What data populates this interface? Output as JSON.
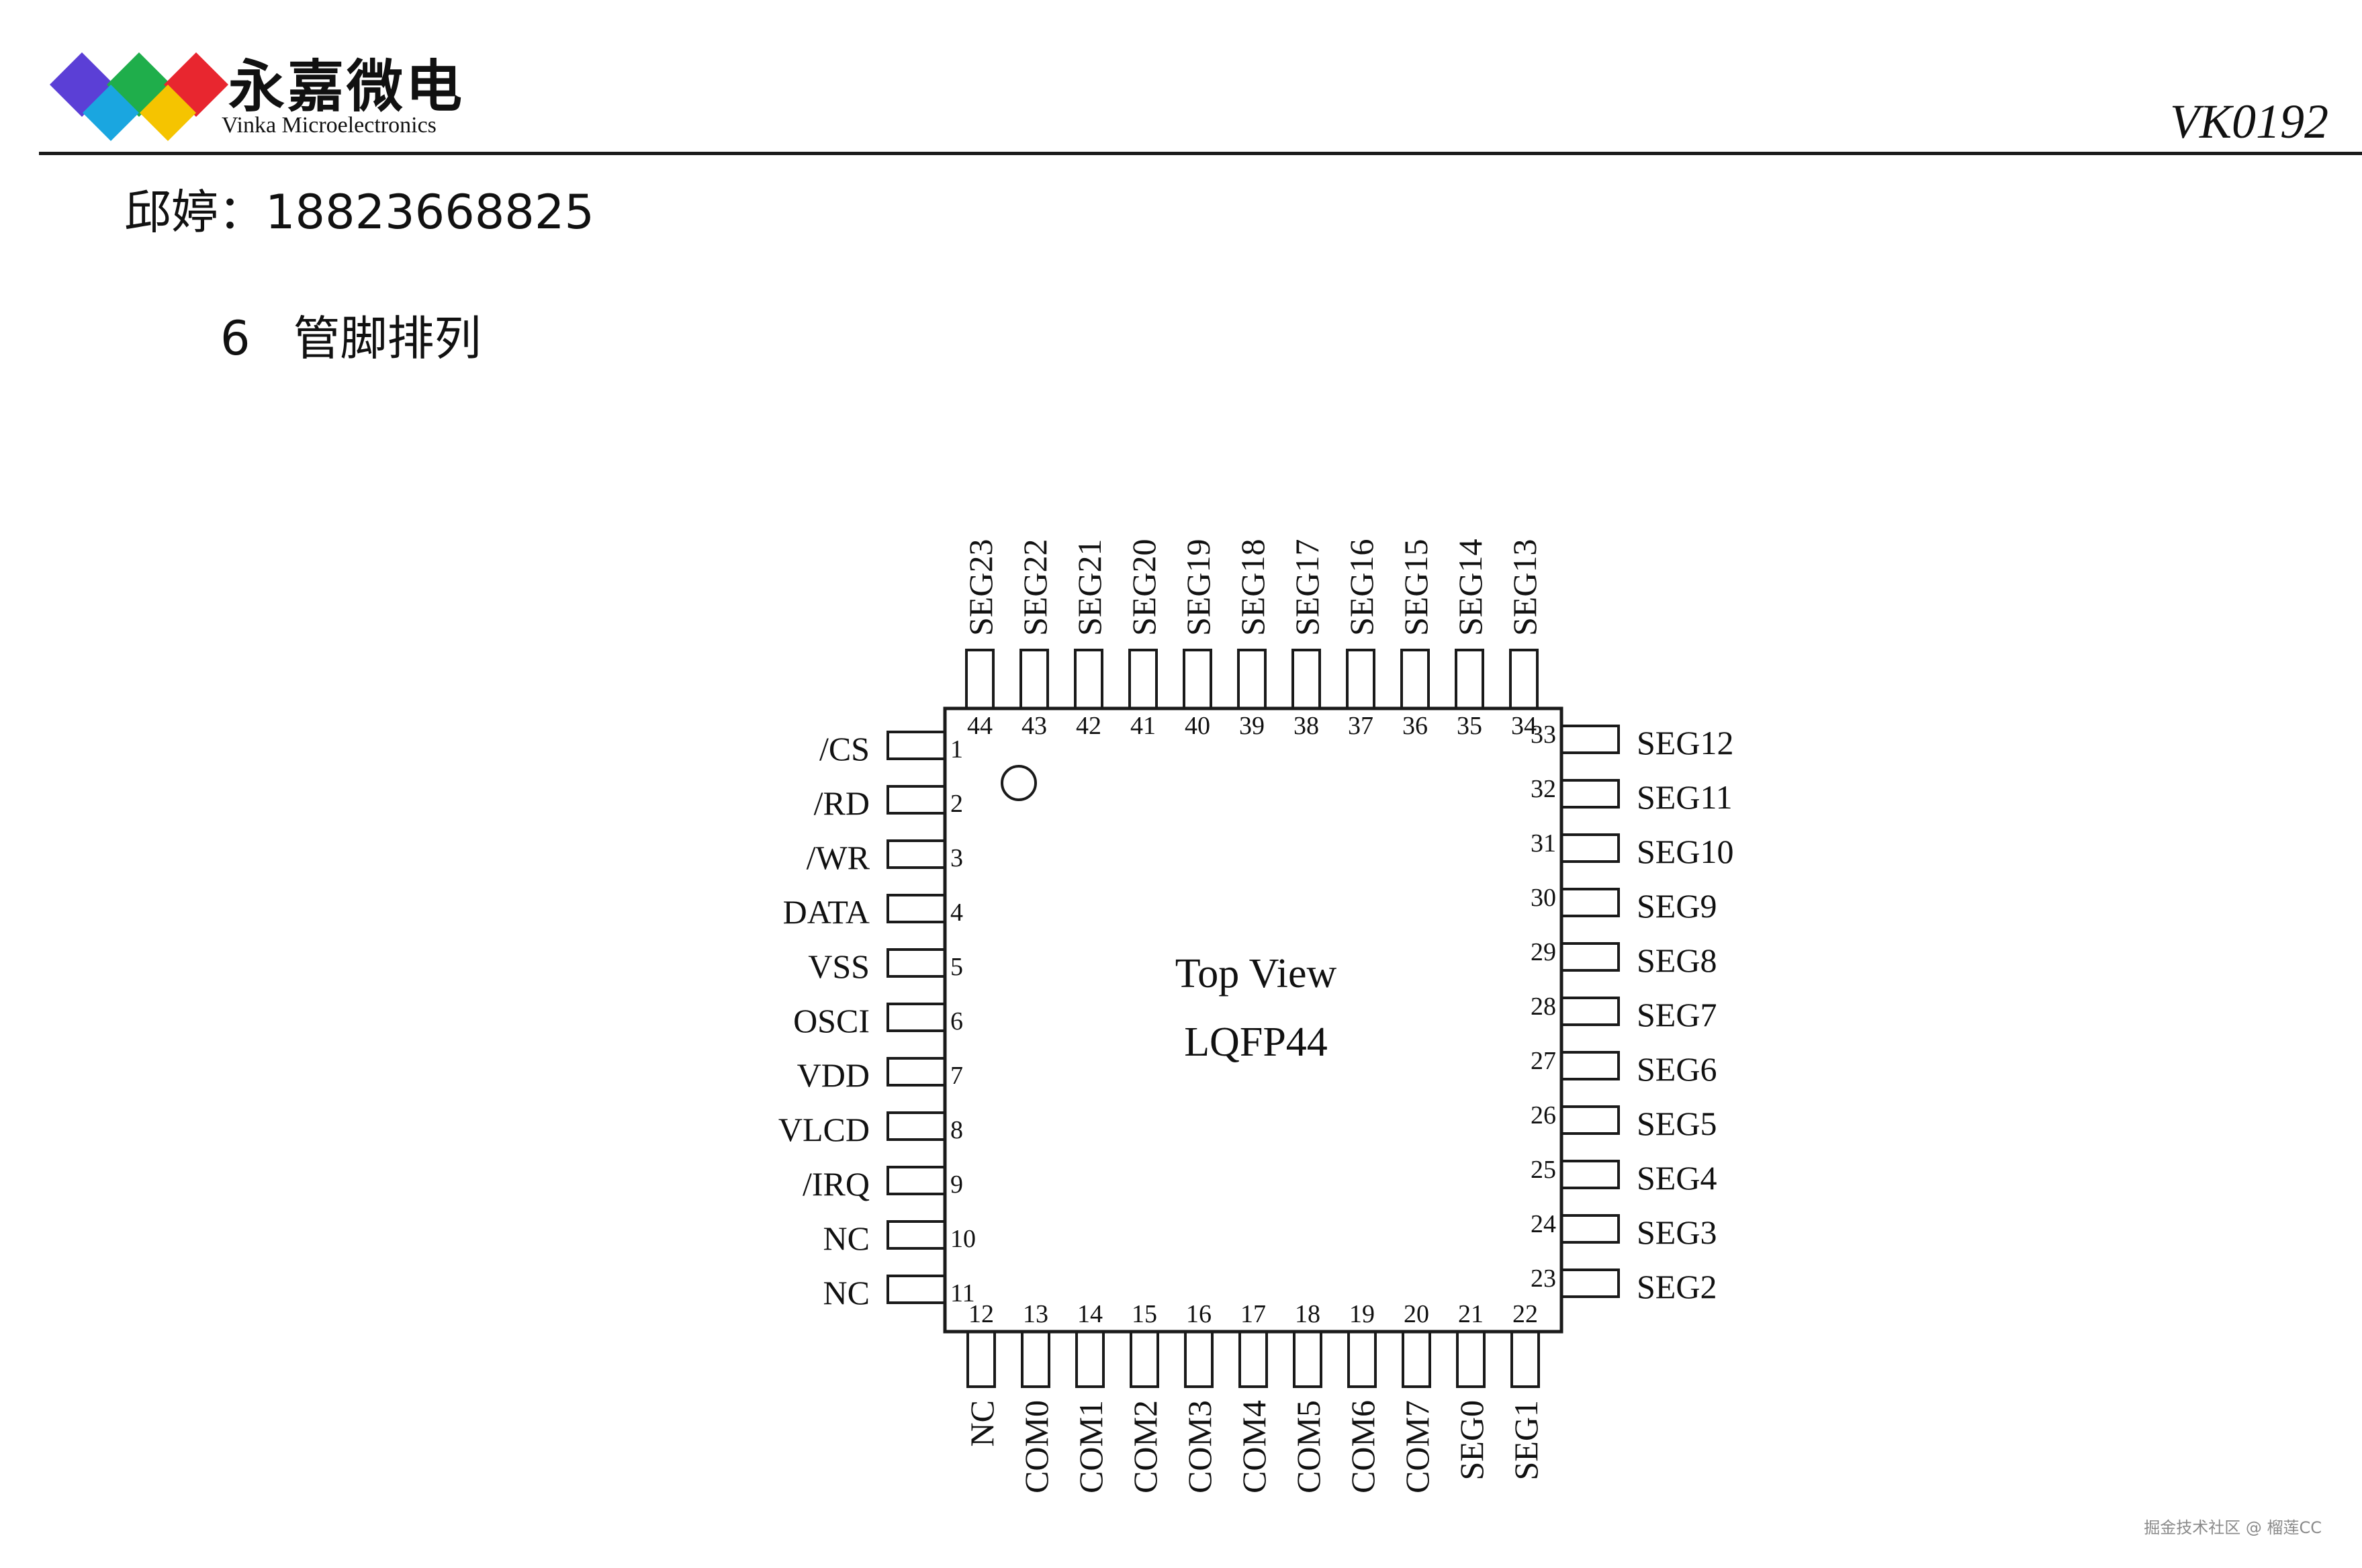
{
  "header": {
    "brand_cn": "永嘉微电",
    "brand_en": "Vinka Microelectronics",
    "doc_id": "VK0192"
  },
  "contact": "邱婷：18823668825",
  "section": {
    "number": "6",
    "title": "管脚排列"
  },
  "chip": {
    "view_label": "Top View",
    "package_label": "LQFP44",
    "left_pins": [
      {
        "num": "1",
        "name": "/CS"
      },
      {
        "num": "2",
        "name": "/RD"
      },
      {
        "num": "3",
        "name": "/WR"
      },
      {
        "num": "4",
        "name": "DATA"
      },
      {
        "num": "5",
        "name": "VSS"
      },
      {
        "num": "6",
        "name": "OSCI"
      },
      {
        "num": "7",
        "name": "VDD"
      },
      {
        "num": "8",
        "name": "VLCD"
      },
      {
        "num": "9",
        "name": "/IRQ"
      },
      {
        "num": "10",
        "name": "NC"
      },
      {
        "num": "11",
        "name": "NC"
      }
    ],
    "bottom_pins": [
      {
        "num": "12",
        "name": "NC"
      },
      {
        "num": "13",
        "name": "COM0"
      },
      {
        "num": "14",
        "name": "COM1"
      },
      {
        "num": "15",
        "name": "COM2"
      },
      {
        "num": "16",
        "name": "COM3"
      },
      {
        "num": "17",
        "name": "COM4"
      },
      {
        "num": "18",
        "name": "COM5"
      },
      {
        "num": "19",
        "name": "COM6"
      },
      {
        "num": "20",
        "name": "COM7"
      },
      {
        "num": "21",
        "name": "SEG0"
      },
      {
        "num": "22",
        "name": "SEG1"
      }
    ],
    "right_pins": [
      {
        "num": "23",
        "name": "SEG2"
      },
      {
        "num": "24",
        "name": "SEG3"
      },
      {
        "num": "25",
        "name": "SEG4"
      },
      {
        "num": "26",
        "name": "SEG5"
      },
      {
        "num": "27",
        "name": "SEG6"
      },
      {
        "num": "28",
        "name": "SEG7"
      },
      {
        "num": "29",
        "name": "SEG8"
      },
      {
        "num": "30",
        "name": "SEG9"
      },
      {
        "num": "31",
        "name": "SEG10"
      },
      {
        "num": "32",
        "name": "SEG11"
      },
      {
        "num": "33",
        "name": "SEG12"
      }
    ],
    "top_pins": [
      {
        "num": "34",
        "name": "SEG13"
      },
      {
        "num": "35",
        "name": "SEG14"
      },
      {
        "num": "36",
        "name": "SEG15"
      },
      {
        "num": "37",
        "name": "SEG16"
      },
      {
        "num": "38",
        "name": "SEG17"
      },
      {
        "num": "39",
        "name": "SEG18"
      },
      {
        "num": "40",
        "name": "SEG19"
      },
      {
        "num": "41",
        "name": "SEG20"
      },
      {
        "num": "42",
        "name": "SEG21"
      },
      {
        "num": "43",
        "name": "SEG22"
      },
      {
        "num": "44",
        "name": "SEG23"
      }
    ]
  },
  "watermark": "掘金技术社区 @ 榴莲CC",
  "colors": {
    "logo_purple": "#5b3fd6",
    "logo_green": "#1fae4b",
    "logo_red": "#e8262f",
    "logo_cyan": "#1aa6e0",
    "logo_yellow": "#f5c400",
    "line": "#1a1a1a"
  }
}
